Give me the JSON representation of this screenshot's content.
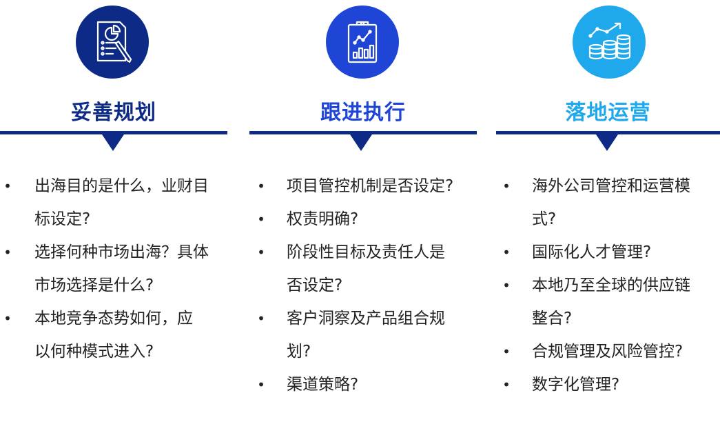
{
  "colors": {
    "plan": "#0d2a86",
    "follow": "#1f45d6",
    "operate": "#1fa8ec",
    "rule": "#0d2a86"
  },
  "columns": [
    {
      "title": "妥善规划",
      "icon": "report-pie-chart-icon",
      "items": [
        "出海目的是什么，业财目标设定?",
        "选择何种市场出海？具体市场选择是什么?",
        "本地竞争态势如何，应以何种模式进入?"
      ]
    },
    {
      "title": "跟进执行",
      "icon": "clipboard-chart-icon",
      "items": [
        "项目管控机制是否设定?",
        "权责明确?",
        "阶段性目标及责任人是否设定?",
        "客户洞察及产品组合规划?",
        "渠道策略?"
      ]
    },
    {
      "title": "落地运营",
      "icon": "coins-growth-icon",
      "items": [
        "海外公司管控和运营模式?",
        "国际化人才管理?",
        "本地乃至全球的供应链整合?",
        "合规管理及风险管控?",
        "数字化管理?"
      ]
    }
  ]
}
